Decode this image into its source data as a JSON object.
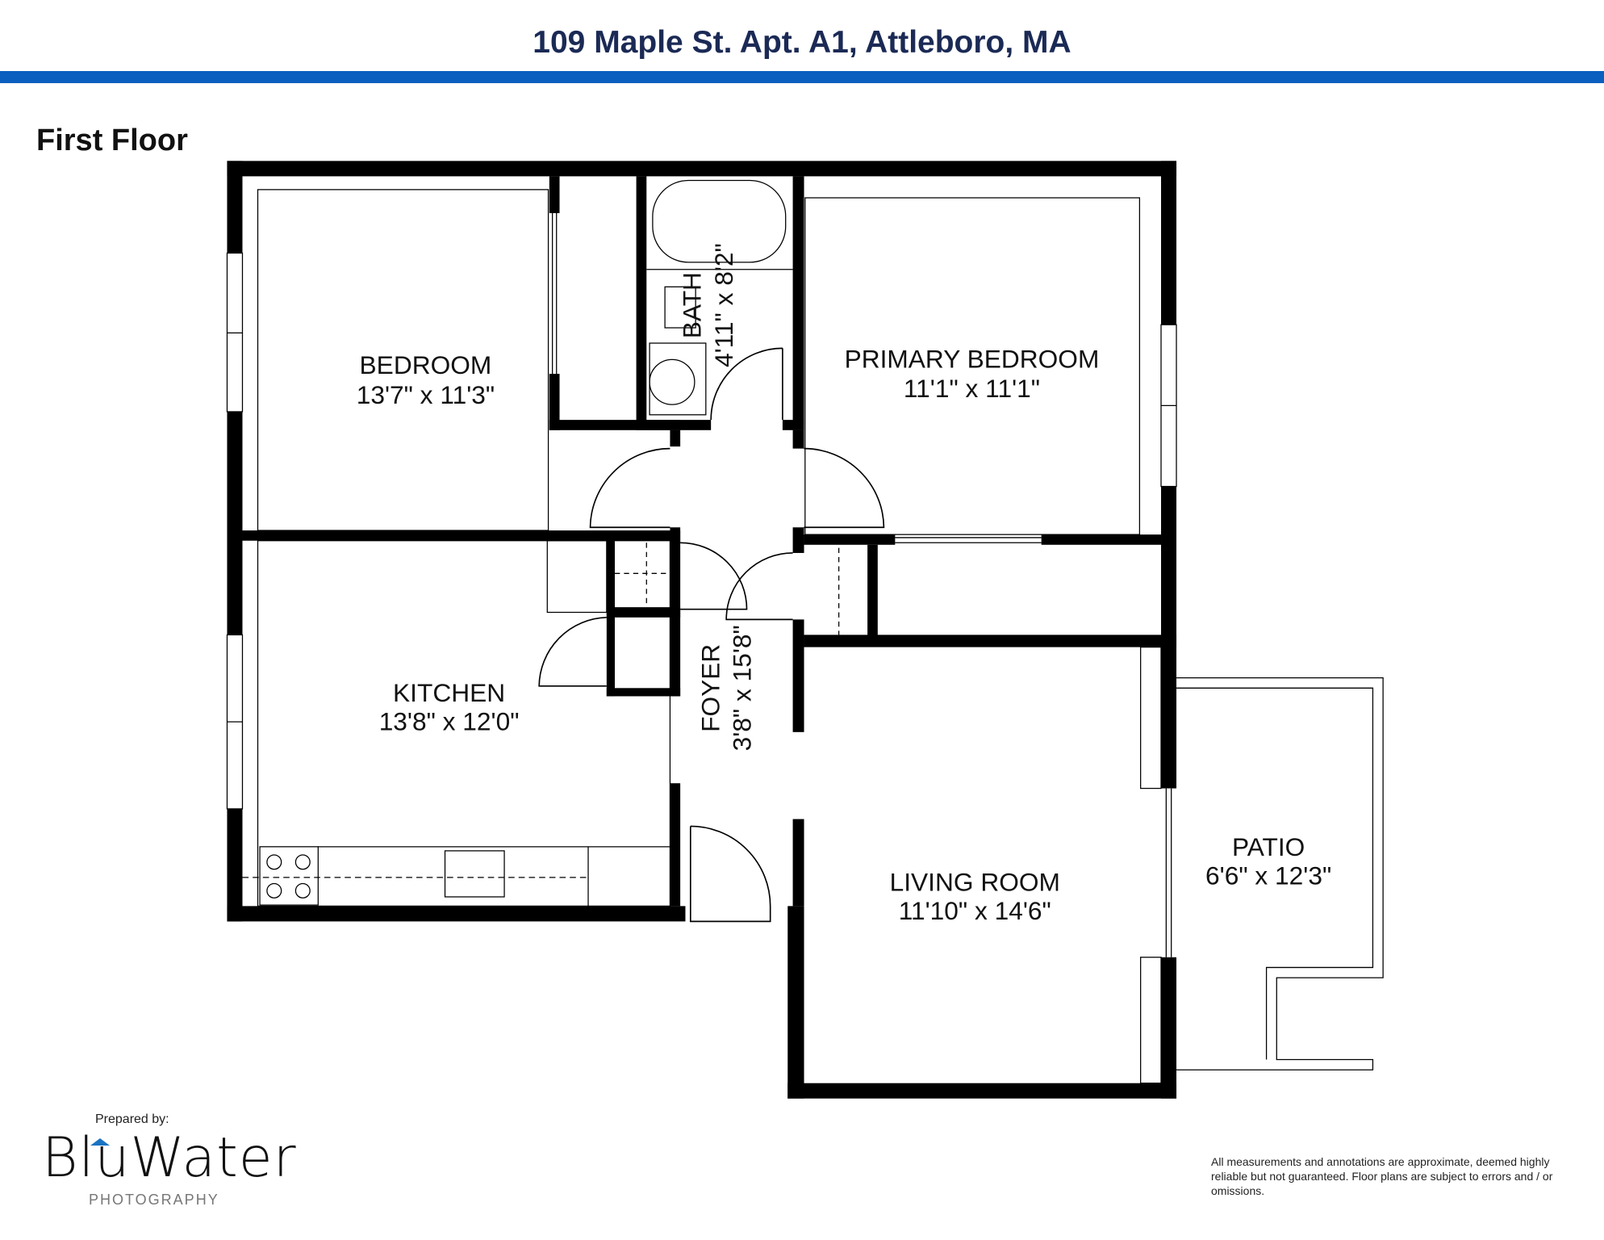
{
  "header": {
    "title": "109 Maple St. Apt. A1, Attleboro, MA",
    "accent_color": "#0a5fbf"
  },
  "floor_label": "First Floor",
  "rooms": [
    {
      "name": "BEDROOM",
      "size": "13'7\" x 11'3\""
    },
    {
      "name": "BATH",
      "size": "4'11\" x 8'2\""
    },
    {
      "name": "PRIMARY BEDROOM",
      "size": "11'1\" x 11'1\""
    },
    {
      "name": "KITCHEN",
      "size": "13'8\" x 12'0\""
    },
    {
      "name": "FOYER",
      "size": "3'8\" x 15'8\""
    },
    {
      "name": "LIVING ROOM",
      "size": "11'10\" x 14'6\""
    },
    {
      "name": "PATIO",
      "size": "6'6\" x 12'3\""
    }
  ],
  "footer": {
    "prepared_by": "Prepared by:",
    "logo": "BluWater",
    "logo_sub": "PHOTOGRAPHY",
    "disclaimer": "All measurements and annotations are approximate, deemed highly reliable but not guaranteed. Floor plans are subject to errors and / or omissions."
  }
}
